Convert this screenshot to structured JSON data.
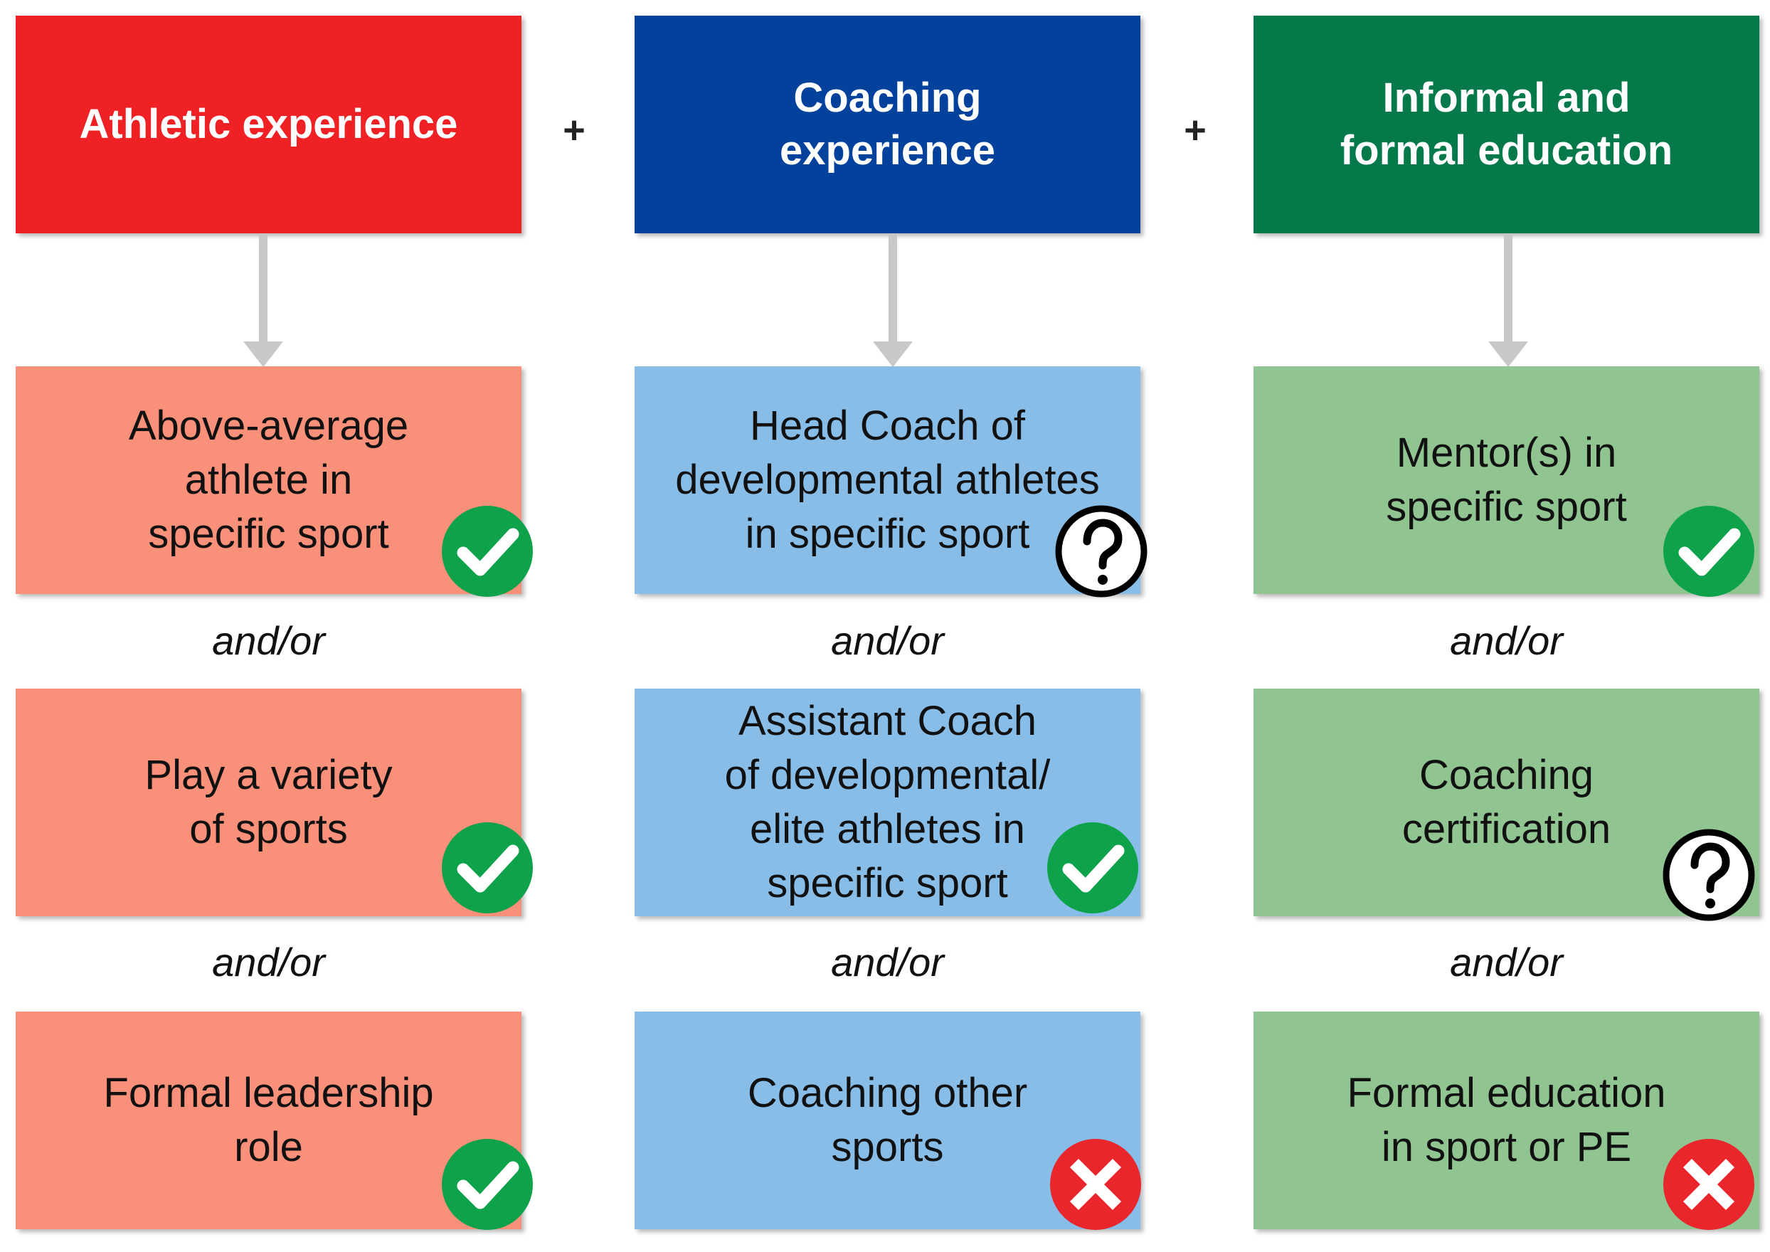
{
  "plus_sign": "+",
  "columns": [
    {
      "header": "Athletic experience",
      "header_color": "#f02124",
      "item_color": "#f8907a",
      "items": [
        {
          "label": "Above-average\nathlete in\nspecific sport",
          "status": "check"
        },
        {
          "label": "Play a variety\nof sports",
          "status": "check"
        },
        {
          "label": "Formal leadership\nrole",
          "status": "check"
        }
      ]
    },
    {
      "header": "Coaching\nexperience",
      "header_color": "#02419c",
      "item_color": "#88bde8",
      "items": [
        {
          "label": "Head Coach of\ndevelopmental athletes\nin specific sport",
          "status": "question"
        },
        {
          "label": "Assistant Coach\nof developmental/\nelite athletes in\nspecific sport",
          "status": "check"
        },
        {
          "label": "Coaching other\nsports",
          "status": "cross"
        }
      ]
    },
    {
      "header": "Informal and\nformal education",
      "header_color": "#06794a",
      "item_color": "#90c592",
      "items": [
        {
          "label": "Mentor(s) in\nspecific sport",
          "status": "check"
        },
        {
          "label": "Coaching\ncertification",
          "status": "question"
        },
        {
          "label": "Formal education\nin sport or PE",
          "status": "cross"
        }
      ]
    }
  ],
  "connector_text": "and/or",
  "status_icons": {
    "check": {
      "name": "check-icon",
      "color": "#0ea24a"
    },
    "question": {
      "name": "question-icon",
      "color": "#000000"
    },
    "cross": {
      "name": "cross-icon",
      "color": "#e8262b"
    }
  }
}
